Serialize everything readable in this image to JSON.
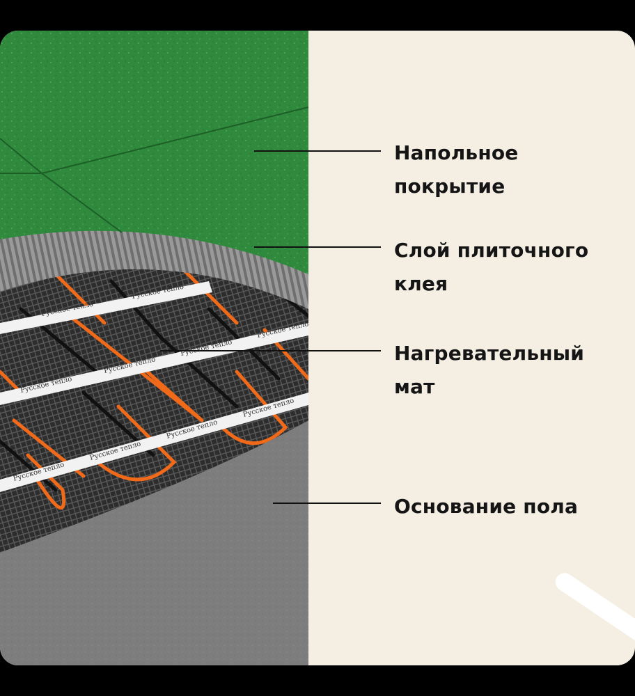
{
  "layers": [
    {
      "lines": [
        "Напольное",
        "покрытие"
      ]
    },
    {
      "lines": [
        "Слой плиточного",
        "клея"
      ]
    },
    {
      "lines": [
        "Нагревательный",
        "мат"
      ]
    },
    {
      "lines": [
        "Основание пола"
      ]
    }
  ],
  "tape_text": "Русское тепло",
  "colors": {
    "background": "#000000",
    "panel": "#f4eee3",
    "floor_covering": "#2f8a3d",
    "adhesive": "#8a8a8a",
    "mesh": "#3a3a3a",
    "cable": "#f06a1a",
    "base": "#7d7d7d",
    "label_text": "#151515"
  }
}
